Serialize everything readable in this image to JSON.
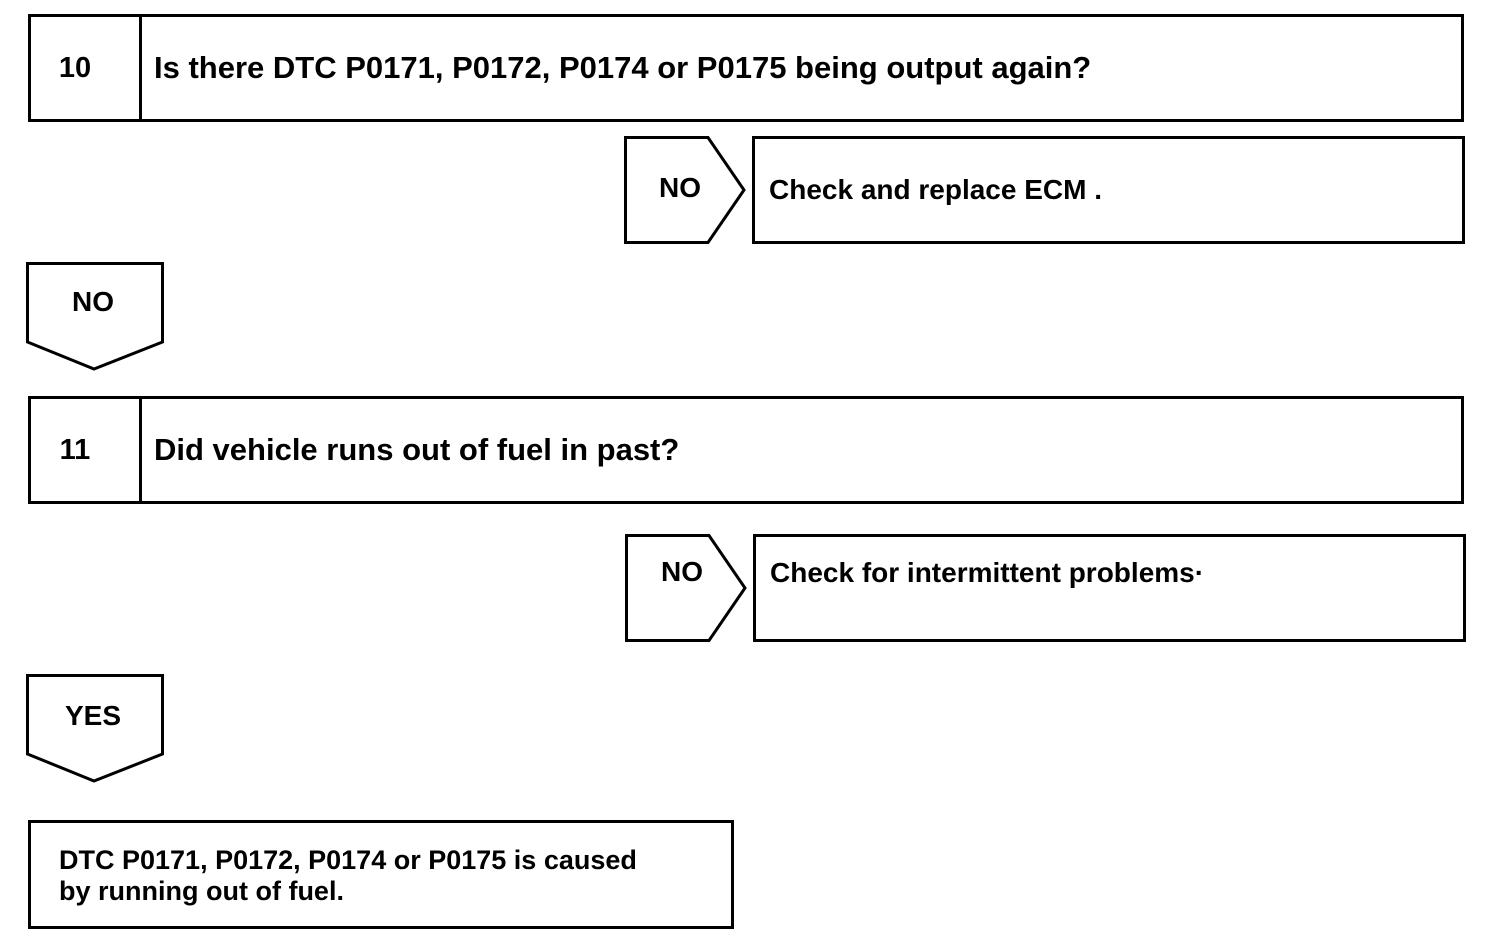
{
  "steps": [
    {
      "number": "10",
      "question": "Is there DTC P0171, P0172, P0174 or P0175 being output again?"
    },
    {
      "number": "11",
      "question": "Did vehicle runs out of fuel in past?"
    }
  ],
  "branches": {
    "step10_side": {
      "label": "NO",
      "result": "Check and replace ECM ."
    },
    "step10_down": {
      "label": "NO"
    },
    "step11_side": {
      "label": "NO",
      "result": "Check for intermittent problems·"
    },
    "step11_down": {
      "label": "YES"
    }
  },
  "final": {
    "line1": "DTC P0171, P0172, P0174 or P0175 is caused",
    "line2": "by running out of fuel."
  }
}
